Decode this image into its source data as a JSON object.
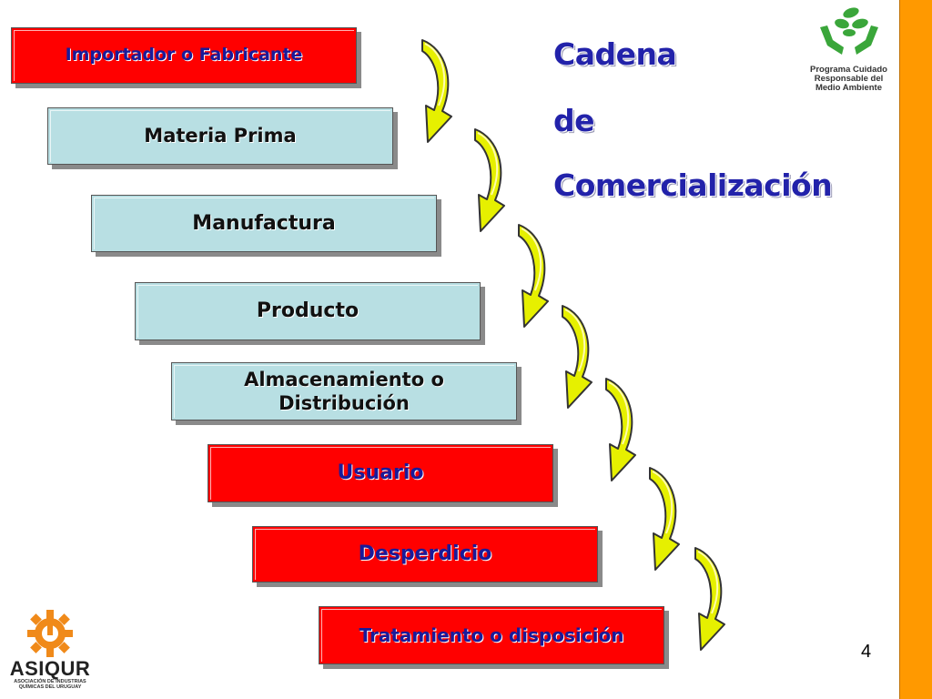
{
  "title_lines": [
    "Cadena",
    "de",
    "Comercialización"
  ],
  "steps": [
    {
      "label": "Importador o Fabricante",
      "color": "red"
    },
    {
      "label": "Materia Prima",
      "color": "blue"
    },
    {
      "label": "Manufactura",
      "color": "blue"
    },
    {
      "label": "Producto",
      "color": "blue"
    },
    {
      "label": "Almacenamiento o Distribución",
      "color": "blue"
    },
    {
      "label": "Usuario",
      "color": "red"
    },
    {
      "label": "Desperdicio",
      "color": "red"
    },
    {
      "label": "Tratamiento o disposición",
      "color": "red"
    }
  ],
  "logo_program": {
    "line1": "Programa Cuidado",
    "line2": "Responsable del",
    "line3": "Medio Ambiente"
  },
  "asiqur": {
    "name": "ASIQUR",
    "sub1": "ASOCIACIÓN DE INDUSTRIAS",
    "sub2": "QUÍMICAS DEL URUGUAY"
  },
  "page_number": "4",
  "colors": {
    "red": "#ff0000",
    "blue": "#b8dfe3",
    "arrow": "#e6f000",
    "sidebar": "#ff9900",
    "title": "#2222aa"
  }
}
